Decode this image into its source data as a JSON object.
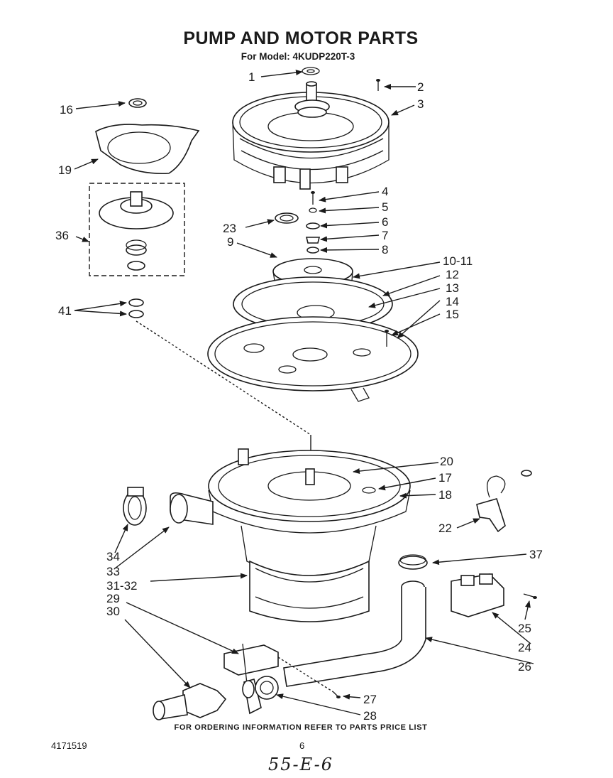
{
  "title": "PUMP AND MOTOR PARTS",
  "subtitle": "For Model: 4KUDP220T-3",
  "footer": "FOR ORDERING INFORMATION REFER TO PARTS PRICE LIST",
  "doc_number": "4171519",
  "page_number": "6",
  "handwritten_note": "55-E-6",
  "callouts": {
    "c1": "1",
    "c2": "2",
    "c3": "3",
    "c4": "4",
    "c5": "5",
    "c6": "6",
    "c7": "7",
    "c8": "8",
    "c9": "9",
    "c10_11": "10-11",
    "c12": "12",
    "c13": "13",
    "c14": "14",
    "c15": "15",
    "c16": "16",
    "c17": "17",
    "c18": "18",
    "c19": "19",
    "c20": "20",
    "c22": "22",
    "c23": "23",
    "c24": "24",
    "c25": "25",
    "c26": "26",
    "c27": "27",
    "c28": "28",
    "c29": "29",
    "c30": "30",
    "c31_32": "31-32",
    "c33": "33",
    "c34": "34",
    "c36": "36",
    "c37": "37",
    "c41": "41"
  }
}
